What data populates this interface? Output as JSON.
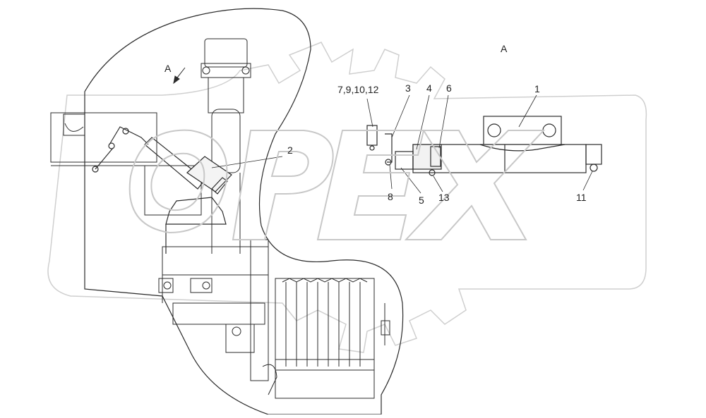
{
  "corner_mark": "",
  "view_label_small": "A",
  "view_label_large": "A",
  "callouts": {
    "c1": "1",
    "c2": "2",
    "c3": "3",
    "c4": "4",
    "c5": "5",
    "c6": "6",
    "c8": "8",
    "c11": "11",
    "c13": "13",
    "c7_9_10_12": "7,9,10,12"
  },
  "watermark": "OPEX",
  "colors": {
    "line": "#2b2b2b",
    "watermark_outline": "#c8c8c8",
    "part_fill": "#f2f2f2"
  }
}
